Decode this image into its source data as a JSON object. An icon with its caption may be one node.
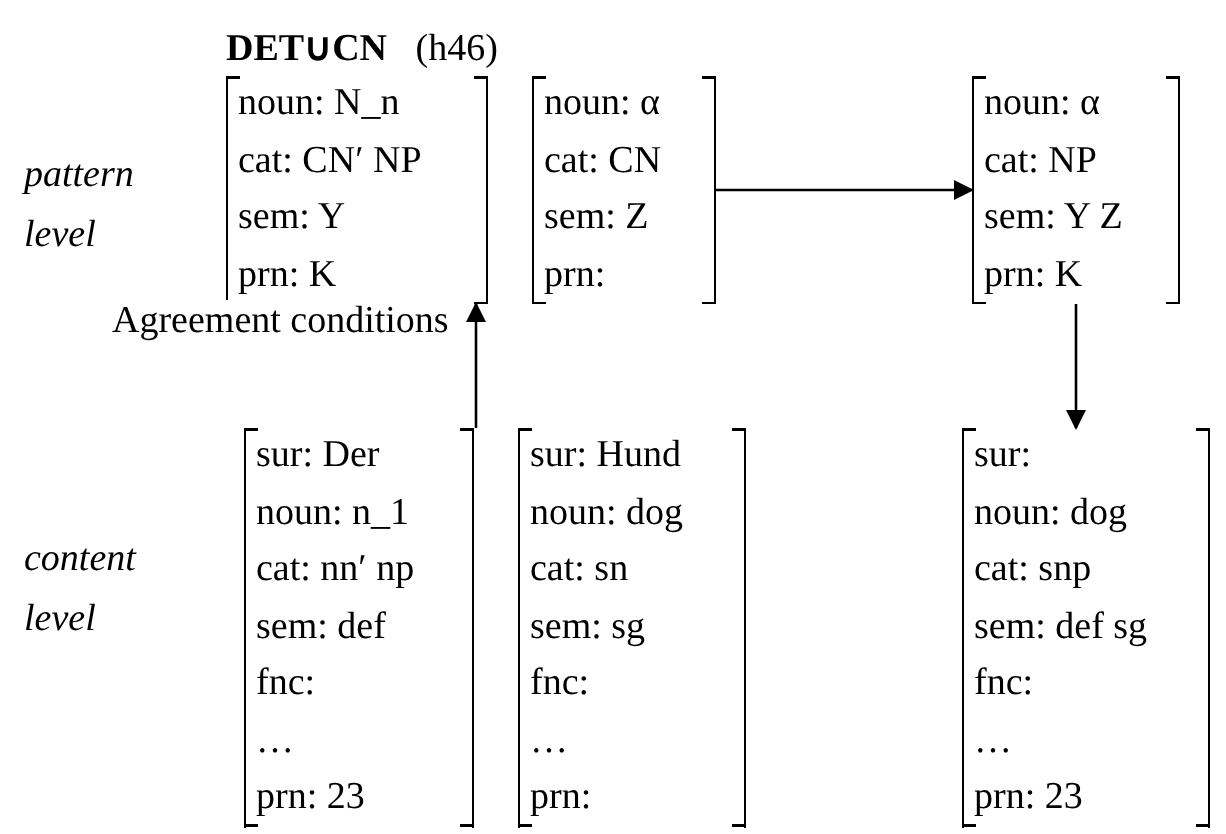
{
  "diagram": {
    "title": "**DET∪CN**   (h46)",
    "nodes": [
      {
        "text": [
          "noun: N_n",
          "cat: CN′ NP",
          "sem: Y",
          "prn: K"
        ]
      },
      {
        "text": [
          "noun: α",
          "cat: CN",
          "sem: Z",
          "prn:"
        ]
      },
      {
        "text": [
          "noun: α",
          "cat: NP",
          "sem: Y Z",
          "prn: K"
        ]
      },
      {
        "text": [
          "sur: Der",
          "noun: n_1",
          "cat: nn′ np",
          "sem: def",
          "fnc:",
          "…",
          "prn: 23"
        ]
      },
      {
        "text": [
          "sur: Hund",
          "noun: dog",
          "cat: sn",
          "sem: sg",
          "fnc:",
          "…",
          "prn:"
        ]
      },
      {
        "text": [
          "sur:",
          "noun: dog",
          "cat: snp",
          "sem: def sg",
          "fnc:",
          "…",
          "prn: 23"
        ]
      }
    ],
    "edges": [
      {
        "from": 1,
        "to": 2,
        "arrow": "to"
      },
      {
        "from": 3,
        "to": 0,
        "arrow": "to"
      },
      {
        "from": 2,
        "to": 5,
        "arrow": "to"
      }
    ],
    "labels": [
      "pattern level",
      "Agreement conditions",
      "content level"
    ]
  }
}
